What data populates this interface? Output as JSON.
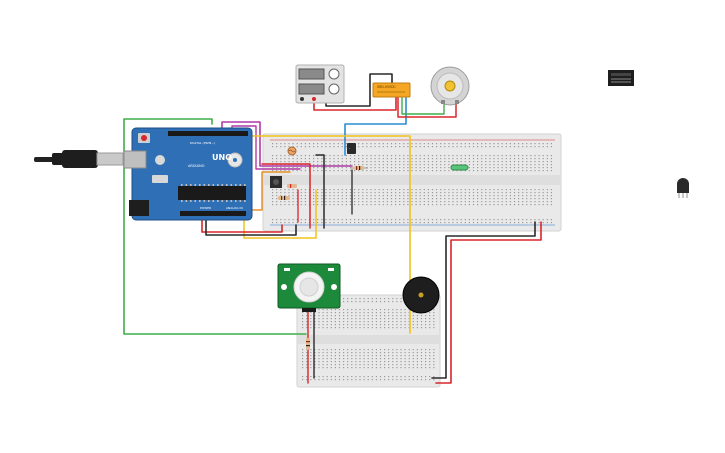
{
  "arduino": {
    "brand": "UNO",
    "maker": "ARDUINO",
    "digital_label": "DIGITAL (PWM~)",
    "power_label": "POWER",
    "analog_label": "ANALOG IN"
  },
  "relay": {
    "label": "SRD-05VDC"
  },
  "colors": {
    "wire_red": "#d9262b",
    "wire_black": "#2a2a2a",
    "wire_green": "#3fae49",
    "wire_yellow": "#f2c21b",
    "wire_purple": "#b23aa8",
    "wire_blue": "#2a8ed1",
    "wire_orange": "#e8922a",
    "board_blue": "#2e6fb5",
    "breadboard": "#ececec",
    "pir_green": "#1c8a3a"
  }
}
